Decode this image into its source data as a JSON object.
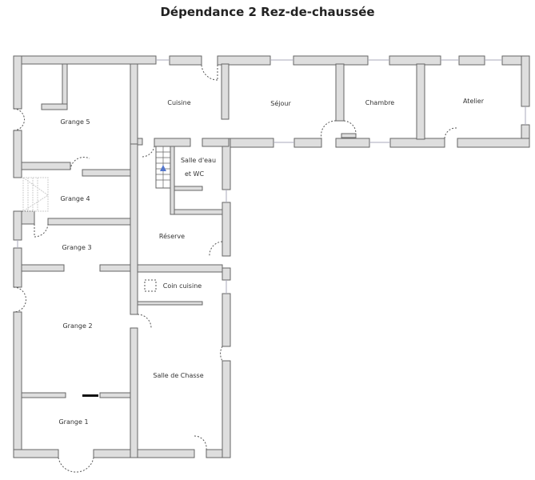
{
  "title": "Dépendance 2  Rez-de-chaussée",
  "rooms": {
    "grange5": "Grange 5",
    "grange4": "Grange 4",
    "grange3": "Grange 3",
    "grange2": "Grange 2",
    "grange1": "Grange 1",
    "cuisine": "Cuisine",
    "sejour": "Séjour",
    "chambre": "Chambre",
    "atelier": "Atelier",
    "salle_eau_1": "Salle d'eau",
    "salle_eau_2": "et WC",
    "reserve": "Réserve",
    "coin_cuisine": "Coin cuisine",
    "salle_chasse": "Salle de Chasse"
  },
  "colors": {
    "wall": "#dedede",
    "wall_outline": "#666666",
    "stair_arrow": "#5577cc"
  }
}
